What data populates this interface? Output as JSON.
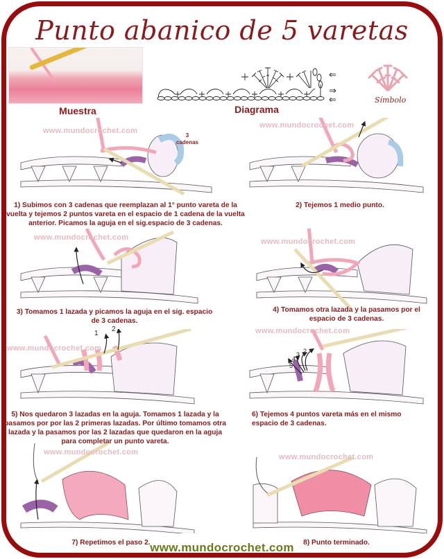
{
  "title": "Punto abanico de 5 varetas",
  "header": {
    "sample_label": "Muestra",
    "diagram_label": "Diagrama",
    "symbol_label": "Símbolo",
    "diagram_arrows": [
      "⇐",
      "⇒",
      "⇐"
    ]
  },
  "watermark": "www.mundocrochet.com",
  "annotations": {
    "step1_chain_count": "3",
    "step1_chain_label": "cadenas",
    "step5_loop_numbers": [
      "1",
      "2"
    ],
    "step6_stitch_numbers": [
      "2",
      "3",
      "4",
      "5"
    ]
  },
  "steps": [
    {
      "number": 1,
      "text": "1) Subimos con 3 cadenas que reemplazan al 1° punto vareta de la vuelta y tejemos 2 puntos vareta en el espacio de 1 cadena de la vuelta anterior. Picamos la aguja en el sig.espacio de 3 cadenas."
    },
    {
      "number": 2,
      "text": "2) Tejemos 1 medio punto."
    },
    {
      "number": 3,
      "text": "3) Tomamos 1 lazada y picamos la aguja en el sig. espacio de 3 cadenas."
    },
    {
      "number": 4,
      "text": "4) Tomamos otra lazada y la pasamos por el espacio de 3 cadenas."
    },
    {
      "number": 5,
      "text": "5) Nos quedaron 3 lazadas en la aguja. Tomamos 1 lazada y la pasamos por por las 2 primeras lazadas. Por último tomamos otra lazada y la pasamos por las 2 lazadas que quedaron en la aguja para completar un punto vareta."
    },
    {
      "number": 6,
      "text": "6) Tejemos 4 puntos vareta más en el mismo espacio de 3 cadenas."
    },
    {
      "number": 7,
      "text": "7) Repetimos el paso 2."
    },
    {
      "number": 8,
      "text": "8) Punto terminado."
    }
  ],
  "footer": {
    "url": "www.mundocrochet.com"
  },
  "colors": {
    "frame": "#9a0b0b",
    "title": "#8c1a1a",
    "caption": "#8c1a1a",
    "footer_url": "#6b7a1a",
    "watermark": "#e7b9c2",
    "yarn_pink": "#f2a6b8",
    "yarn_purple": "#9a63a8",
    "yarn_blue": "#a9cbe6"
  }
}
